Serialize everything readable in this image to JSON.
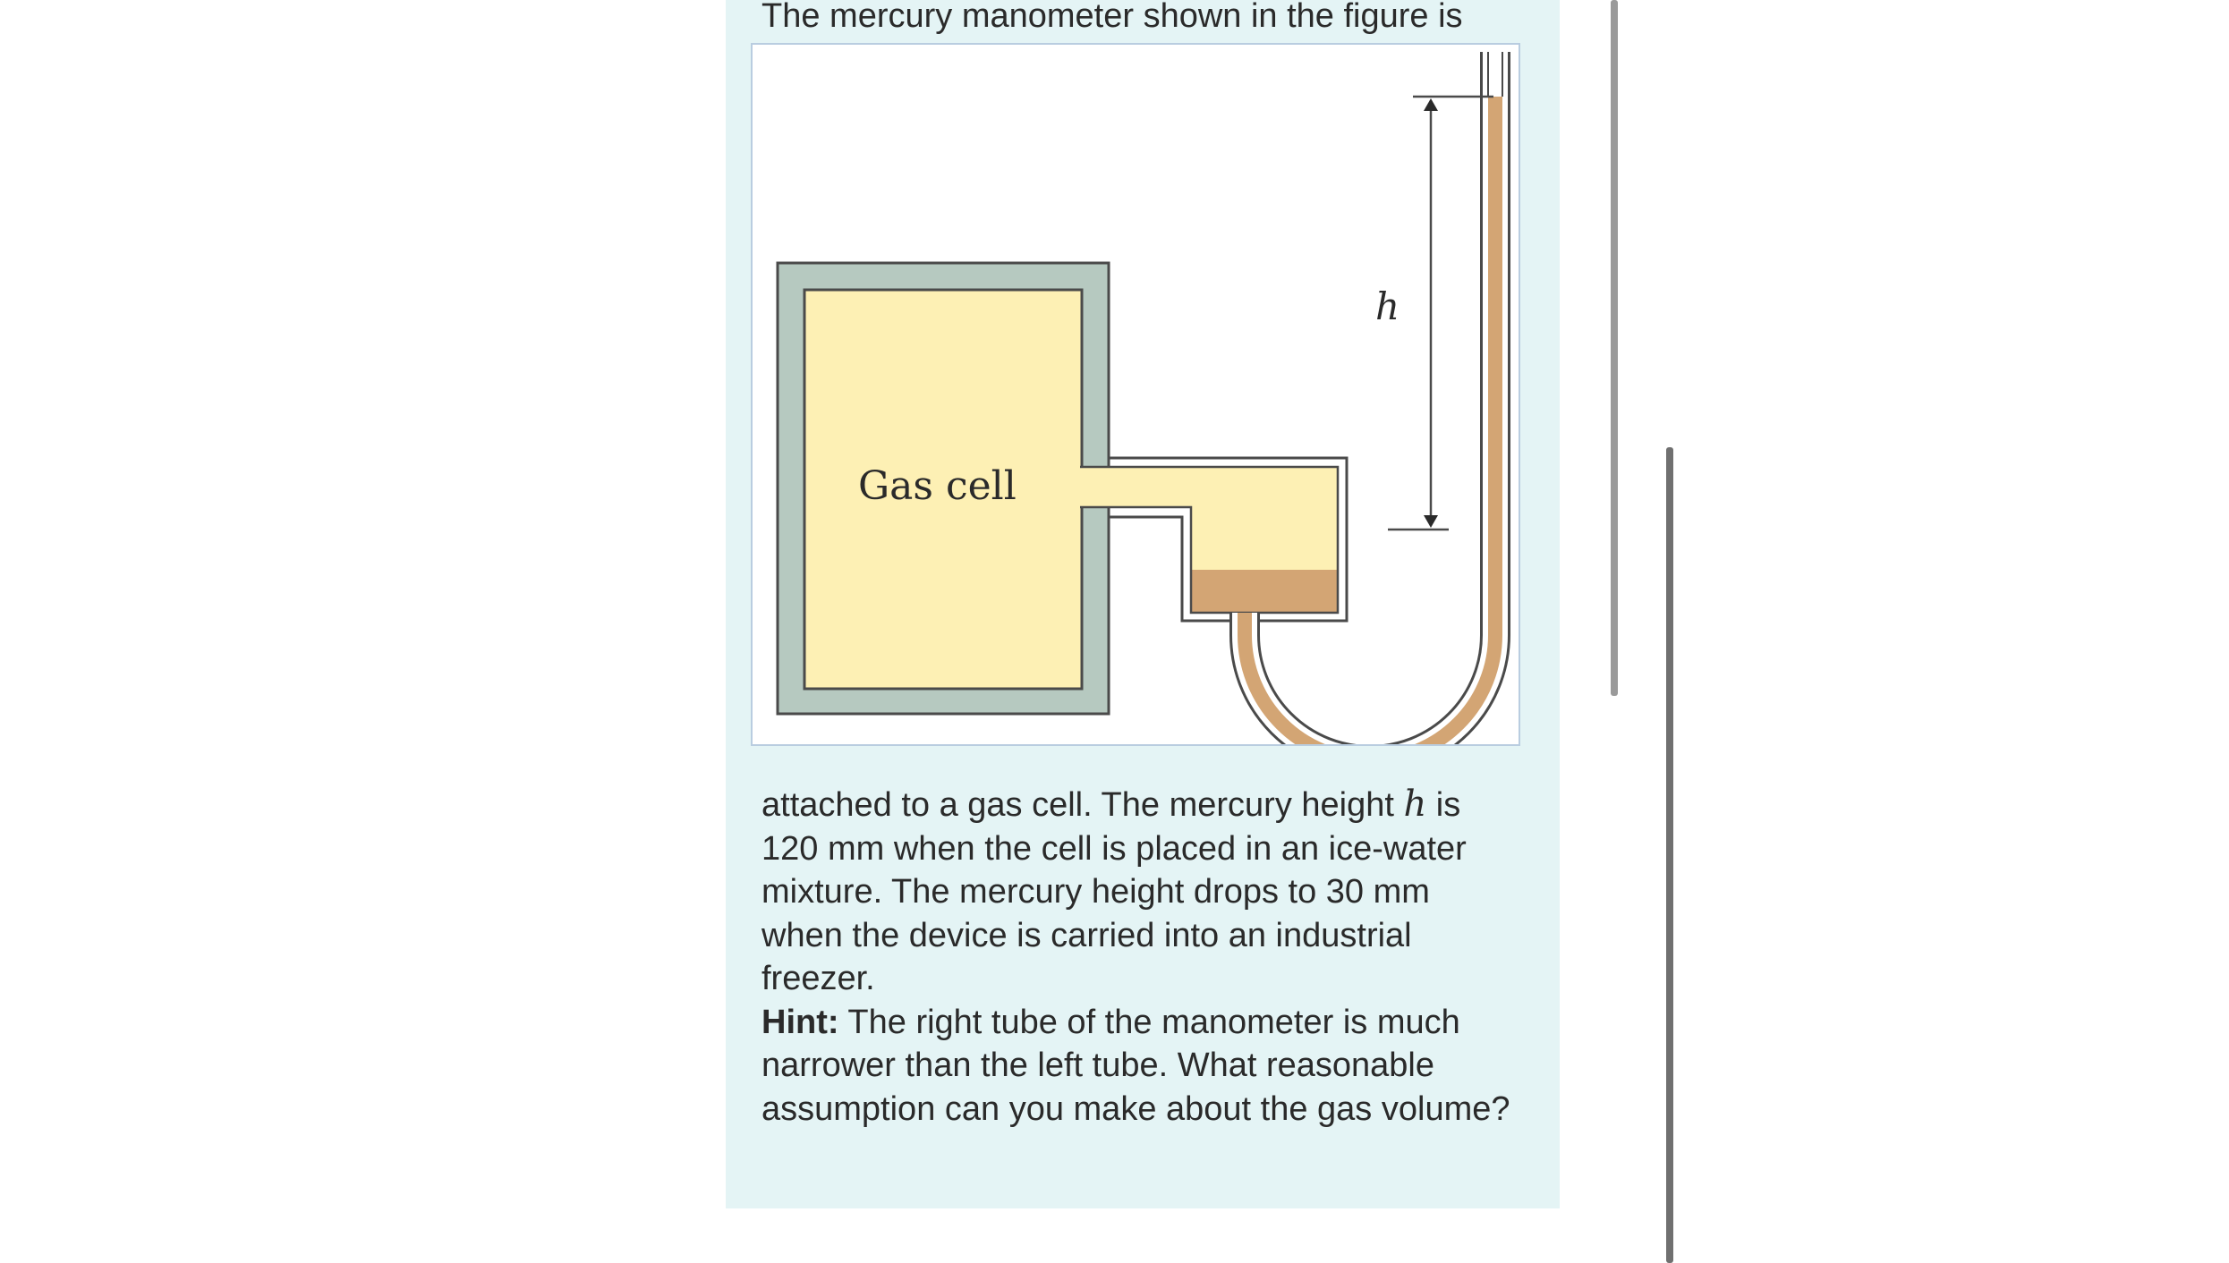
{
  "problem": {
    "intro": "The mercury manometer shown in the figure is",
    "body_part1": "attached to a gas cell. The mercury height ",
    "variable": "h",
    "body_part2": " is 120 mm when the cell is placed in an ice-water mixture. The mercury height drops to 30 mm when the device is carried into an industrial freezer.",
    "hint_label": "Hint:",
    "hint_text": " The right tube of the manometer is much narrower than the left tube. What reasonable assumption can you make about the gas volume?"
  },
  "figure": {
    "cell_label": "Gas cell",
    "height_label": "h",
    "colors": {
      "gas": "#fdf0b4",
      "wall": "#b6c9c0",
      "mercury": "#d3a574",
      "outline": "#4a4a4a"
    }
  }
}
